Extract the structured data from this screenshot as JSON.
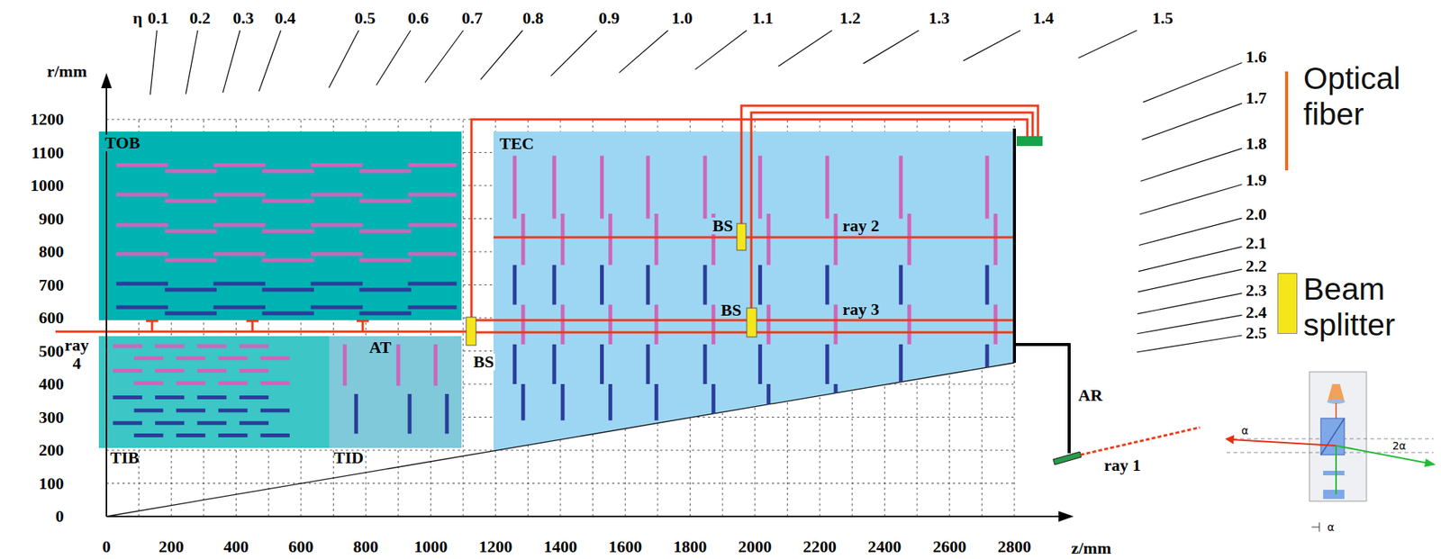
{
  "diagram": {
    "nodes": [
      {
        "text": [
          "TOB"
        ]
      },
      {
        "text": [
          "TIB"
        ]
      },
      {
        "text": [
          "TID"
        ]
      },
      {
        "text": [
          "TEC"
        ]
      }
    ],
    "labels": [
      "η",
      "0.1",
      "0.2",
      "0.3",
      "0.4",
      "0.5",
      "0.6",
      "0.7",
      "0.8",
      "0.9",
      "1.0",
      "1.1",
      "1.2",
      "1.3",
      "1.4",
      "1.5",
      "1.6",
      "1.7",
      "1.8",
      "1.9",
      "2.0",
      "2.1",
      "2.2",
      "2.3",
      "2.4",
      "2.5",
      "r/mm",
      "1200",
      "1100",
      "1000",
      "900",
      "800",
      "700",
      "600",
      "500",
      "400",
      "300",
      "200",
      "100",
      "0",
      "0",
      "200",
      "400",
      "600",
      "800",
      "1000",
      "1200",
      "1400",
      "1600",
      "1800",
      "2000",
      "2200",
      "2400",
      "2600",
      "2800",
      "z/mm",
      "ray 4",
      "AT",
      "BS",
      "BS",
      "ray 2",
      "BS",
      "ray 3",
      "AR",
      "ray 1",
      "α",
      "2α",
      "α"
    ],
    "legend": [
      {
        "text": "Optical fiber"
      },
      {
        "text": "Beam splitter",
        "color": "#f5e61a"
      }
    ]
  }
}
